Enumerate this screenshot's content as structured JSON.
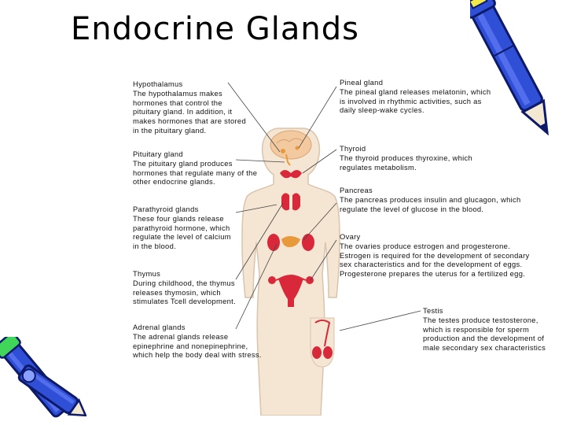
{
  "title": "Endocrine Glands",
  "glands": [
    {
      "name": "Hypothalamus",
      "text": "The hypothalamus makes\nhormones that control the\npituitary gland.  In addition, it\nmakes hormones that are stored\nin the pituitary gland."
    },
    {
      "name": "Pituitary gland",
      "text": "The pituitary gland produces\nhormones that regulate many of the\nother endocrine glands."
    },
    {
      "name": "Parathyroid glands",
      "text": "These four glands release\nparathyroid hormone, which\nregulate the level of calcium\nin the blood."
    },
    {
      "name": "Thymus",
      "text": "During childhood, the thymus\nreleases thymosin, which\nstimulates Tcell development."
    },
    {
      "name": "Adrenal glands",
      "text": "The adrenal glands release\nepinephrine and nonepinephrine,\nwhich help the body deal with stress."
    },
    {
      "name": "Pineal gland",
      "text": "The pineal gland releases melatonin, which\nis involved in rhythmic activities, such as\ndaily sleep-wake cycles."
    },
    {
      "name": "Thyroid",
      "text": "The thyroid produces thyroxine, which\nregulates metabolism."
    },
    {
      "name": "Pancreas",
      "text": "The pancreas produces insulin and glucagon, which\nregulate the level of glucose in the blood."
    },
    {
      "name": "Ovary",
      "text": "The ovaries produce estrogen and progesterone.\nEstrogen is required for the development of secondary\nsex characteristics and for the development of eggs.\nProgesterone prepares the uterus for a fertilized egg."
    },
    {
      "name": "Testis",
      "text": "The testes produce testosterone,\nwhich is responsible for sperm\nproduction and the development of\nmale secondary sex characteristics"
    }
  ],
  "colors": {
    "body_fill": "#f5e6d3",
    "body_outline": "#d9c4ad",
    "gland_red": "#d8283a",
    "gland_orange": "#e89a3a",
    "brain": "#f3c9a0",
    "pen_blue": "#2f4fd6",
    "pen_dark": "#1b2a8a",
    "pen_green": "#3fd65a",
    "leader_line": "#444444"
  },
  "icons": [
    "pen-icon-top-right",
    "pen-icon-bottom-left-1",
    "pen-icon-bottom-left-2"
  ]
}
